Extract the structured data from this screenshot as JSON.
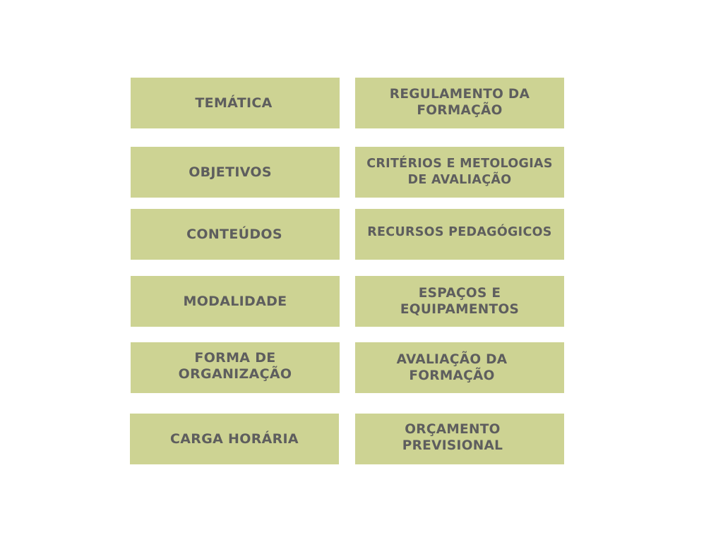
{
  "colors": {
    "background": "#ffffff",
    "box_fill": "#cdd393",
    "text": "#5e5e5e"
  },
  "left_column": [
    {
      "label": "TEMÁTICA"
    },
    {
      "label": "OBJETIVOS"
    },
    {
      "label": "CONTEÚDOS"
    },
    {
      "label": "MODALIDADE"
    },
    {
      "label": "FORMA DE\nORGANIZAÇÃO"
    },
    {
      "label": "CARGA HORÁRIA"
    }
  ],
  "right_column": [
    {
      "label": "REGULAMENTO DA\nFORMAÇÃO"
    },
    {
      "label": "CRITÉRIOS E METOLOGIAS\nDE AVALIAÇÃO"
    },
    {
      "label": "RECURSOS PEDAGÓGICOS"
    },
    {
      "label": "ESPAÇOS E\nEQUIPAMENTOS"
    },
    {
      "label": "AVALIAÇÃO DA\nFORMAÇÃO"
    },
    {
      "label": "ORÇAMENTO\nPREVISIONAL"
    }
  ]
}
